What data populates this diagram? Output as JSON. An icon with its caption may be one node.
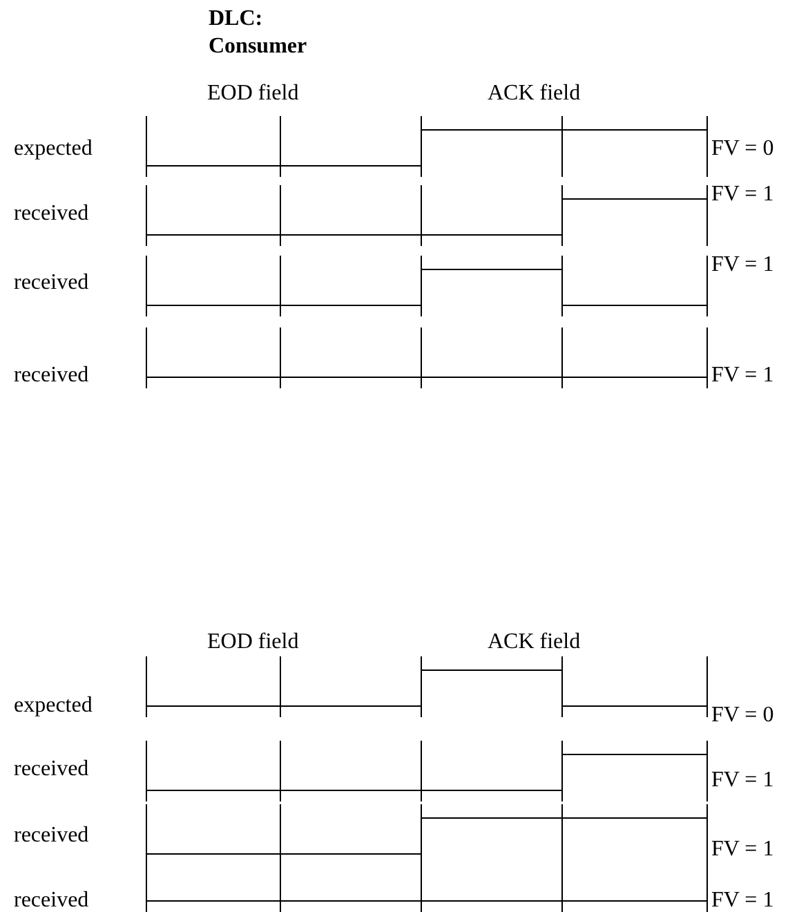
{
  "diagram": {
    "title": "DLC: Consumer",
    "labels": [
      "EOD field",
      "ACK field",
      "expected",
      "FV = 0",
      "received",
      "FV = 1",
      "received",
      "FV = 1",
      "received",
      "FV = 1",
      "EOD field",
      "ACK field",
      "expected",
      "FV = 0",
      "received",
      "FV = 1",
      "received",
      "FV = 1",
      "received",
      "FV = 1"
    ]
  }
}
